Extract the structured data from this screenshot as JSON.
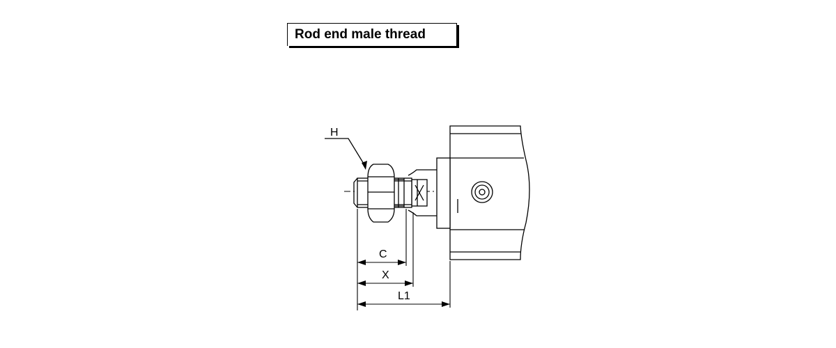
{
  "title": "Rod end male thread",
  "labels": {
    "H": "H",
    "C": "C",
    "X": "X",
    "L1": "L1"
  },
  "colors": {
    "line": "#000000",
    "background": "#ffffff"
  }
}
